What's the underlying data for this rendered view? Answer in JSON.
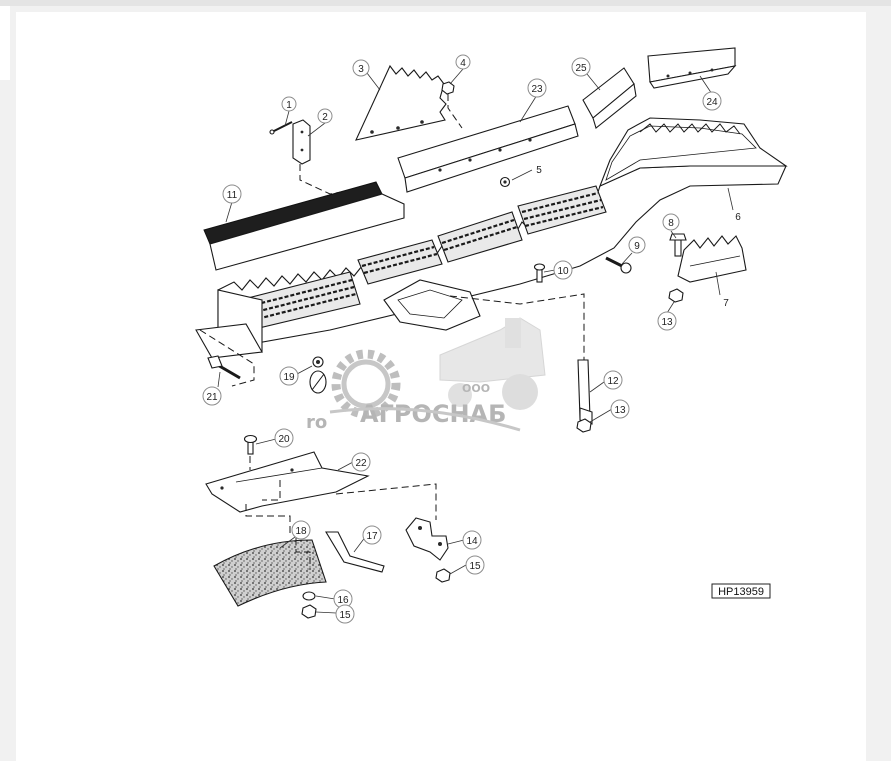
{
  "diagram": {
    "figure_code": "HP13959",
    "callouts": [
      {
        "label": "1"
      },
      {
        "label": "2"
      },
      {
        "label": "3"
      },
      {
        "label": "4"
      },
      {
        "label": "23"
      },
      {
        "label": "25"
      },
      {
        "label": "24"
      },
      {
        "label": "5"
      },
      {
        "label": "11"
      },
      {
        "label": "6"
      },
      {
        "label": "8"
      },
      {
        "label": "9"
      },
      {
        "label": "10"
      },
      {
        "label": "7"
      },
      {
        "label": "13"
      },
      {
        "label": "12"
      },
      {
        "label": "13"
      },
      {
        "label": "19"
      },
      {
        "label": "21"
      },
      {
        "label": "20"
      },
      {
        "label": "22"
      },
      {
        "label": "18"
      },
      {
        "label": "17"
      },
      {
        "label": "14"
      },
      {
        "label": "15"
      },
      {
        "label": "16"
      },
      {
        "label": "15"
      }
    ]
  },
  "watermark": {
    "prefix": "ООО",
    "name": "АГРОСНАБ",
    "fragment": "ro"
  }
}
